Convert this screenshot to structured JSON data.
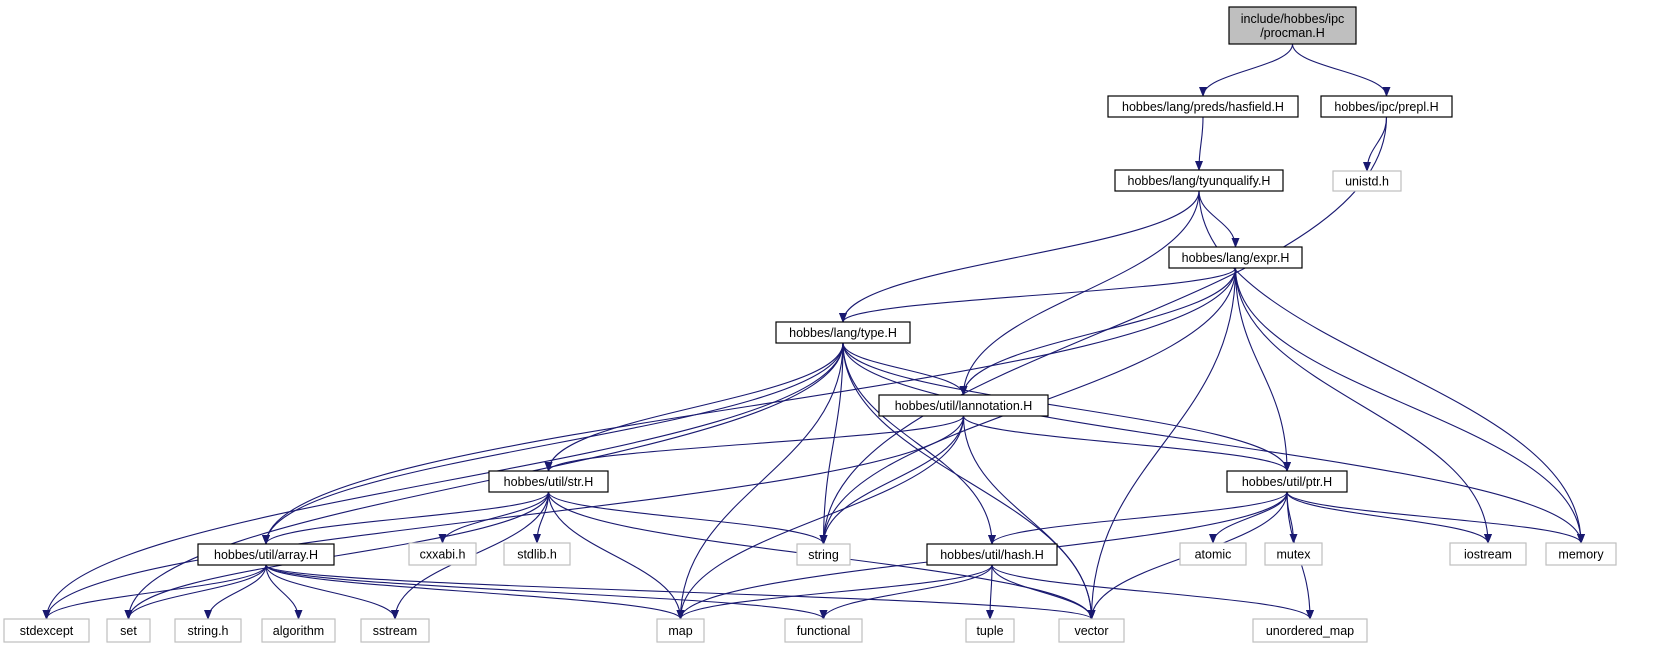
{
  "graph": {
    "title": "",
    "edge_color": "#191970",
    "root_fill": "#bfbfbf",
    "system_header_border": "#bfbfbf",
    "nodes": [
      {
        "id": "procman",
        "label_lines": [
          "include/hobbes/ipc",
          "/procman.H"
        ],
        "kind": "root"
      },
      {
        "id": "hasfield",
        "label_lines": [
          "hobbes/lang/preds/hasfield.H"
        ],
        "kind": "header"
      },
      {
        "id": "prepl",
        "label_lines": [
          "hobbes/ipc/prepl.H"
        ],
        "kind": "header"
      },
      {
        "id": "tyunqualify",
        "label_lines": [
          "hobbes/lang/tyunqualify.H"
        ],
        "kind": "header"
      },
      {
        "id": "unistd",
        "label_lines": [
          "unistd.h"
        ],
        "kind": "system"
      },
      {
        "id": "expr",
        "label_lines": [
          "hobbes/lang/expr.H"
        ],
        "kind": "header"
      },
      {
        "id": "type",
        "label_lines": [
          "hobbes/lang/type.H"
        ],
        "kind": "header"
      },
      {
        "id": "lannotation",
        "label_lines": [
          "hobbes/util/lannotation.H"
        ],
        "kind": "header"
      },
      {
        "id": "str",
        "label_lines": [
          "hobbes/util/str.H"
        ],
        "kind": "header"
      },
      {
        "id": "ptr",
        "label_lines": [
          "hobbes/util/ptr.H"
        ],
        "kind": "header"
      },
      {
        "id": "array",
        "label_lines": [
          "hobbes/util/array.H"
        ],
        "kind": "header"
      },
      {
        "id": "hash",
        "label_lines": [
          "hobbes/util/hash.H"
        ],
        "kind": "header"
      },
      {
        "id": "cxxabi",
        "label_lines": [
          "cxxabi.h"
        ],
        "kind": "system"
      },
      {
        "id": "stdlib",
        "label_lines": [
          "stdlib.h"
        ],
        "kind": "system"
      },
      {
        "id": "string",
        "label_lines": [
          "string"
        ],
        "kind": "system"
      },
      {
        "id": "atomic",
        "label_lines": [
          "atomic"
        ],
        "kind": "system"
      },
      {
        "id": "mutex",
        "label_lines": [
          "mutex"
        ],
        "kind": "system"
      },
      {
        "id": "iostream",
        "label_lines": [
          "iostream"
        ],
        "kind": "system"
      },
      {
        "id": "memory",
        "label_lines": [
          "memory"
        ],
        "kind": "system"
      },
      {
        "id": "stdexcept",
        "label_lines": [
          "stdexcept"
        ],
        "kind": "system"
      },
      {
        "id": "set",
        "label_lines": [
          "set"
        ],
        "kind": "system"
      },
      {
        "id": "stringh",
        "label_lines": [
          "string.h"
        ],
        "kind": "system"
      },
      {
        "id": "algorithm",
        "label_lines": [
          "algorithm"
        ],
        "kind": "system"
      },
      {
        "id": "sstream",
        "label_lines": [
          "sstream"
        ],
        "kind": "system"
      },
      {
        "id": "map",
        "label_lines": [
          "map"
        ],
        "kind": "system"
      },
      {
        "id": "functional",
        "label_lines": [
          "functional"
        ],
        "kind": "system"
      },
      {
        "id": "tuple",
        "label_lines": [
          "tuple"
        ],
        "kind": "system"
      },
      {
        "id": "vector",
        "label_lines": [
          "vector"
        ],
        "kind": "system"
      },
      {
        "id": "unordered_map",
        "label_lines": [
          "unordered_map"
        ],
        "kind": "system"
      }
    ],
    "edges": [
      [
        "procman",
        "hasfield"
      ],
      [
        "procman",
        "prepl"
      ],
      [
        "hasfield",
        "tyunqualify"
      ],
      [
        "prepl",
        "unistd"
      ],
      [
        "prepl",
        "string"
      ],
      [
        "tyunqualify",
        "expr"
      ],
      [
        "tyunqualify",
        "type"
      ],
      [
        "tyunqualify",
        "lannotation"
      ],
      [
        "tyunqualify",
        "memory"
      ],
      [
        "expr",
        "type"
      ],
      [
        "expr",
        "array"
      ],
      [
        "expr",
        "lannotation"
      ],
      [
        "expr",
        "string"
      ],
      [
        "expr",
        "ptr"
      ],
      [
        "expr",
        "iostream"
      ],
      [
        "expr",
        "memory"
      ],
      [
        "expr",
        "vector"
      ],
      [
        "type",
        "set"
      ],
      [
        "type",
        "stdexcept"
      ],
      [
        "type",
        "array"
      ],
      [
        "type",
        "str"
      ],
      [
        "type",
        "lannotation"
      ],
      [
        "type",
        "string"
      ],
      [
        "type",
        "map"
      ],
      [
        "type",
        "hash"
      ],
      [
        "type",
        "vector"
      ],
      [
        "type",
        "ptr"
      ],
      [
        "type",
        "memory"
      ],
      [
        "lannotation",
        "stdexcept"
      ],
      [
        "lannotation",
        "str"
      ],
      [
        "lannotation",
        "ptr"
      ],
      [
        "lannotation",
        "map"
      ],
      [
        "lannotation",
        "string"
      ],
      [
        "lannotation",
        "vector"
      ],
      [
        "str",
        "array"
      ],
      [
        "str",
        "set"
      ],
      [
        "str",
        "sstream"
      ],
      [
        "str",
        "cxxabi"
      ],
      [
        "str",
        "stdlib"
      ],
      [
        "str",
        "string"
      ],
      [
        "str",
        "map"
      ],
      [
        "str",
        "vector"
      ],
      [
        "ptr",
        "hash"
      ],
      [
        "ptr",
        "map"
      ],
      [
        "ptr",
        "atomic"
      ],
      [
        "ptr",
        "mutex"
      ],
      [
        "ptr",
        "iostream"
      ],
      [
        "ptr",
        "memory"
      ],
      [
        "ptr",
        "vector"
      ],
      [
        "ptr",
        "unordered_map"
      ],
      [
        "array",
        "stdexcept"
      ],
      [
        "array",
        "set"
      ],
      [
        "array",
        "stringh"
      ],
      [
        "array",
        "algorithm"
      ],
      [
        "array",
        "sstream"
      ],
      [
        "array",
        "map"
      ],
      [
        "array",
        "functional"
      ],
      [
        "array",
        "vector"
      ],
      [
        "hash",
        "map"
      ],
      [
        "hash",
        "functional"
      ],
      [
        "hash",
        "tuple"
      ],
      [
        "hash",
        "vector"
      ],
      [
        "hash",
        "unordered_map"
      ]
    ]
  }
}
